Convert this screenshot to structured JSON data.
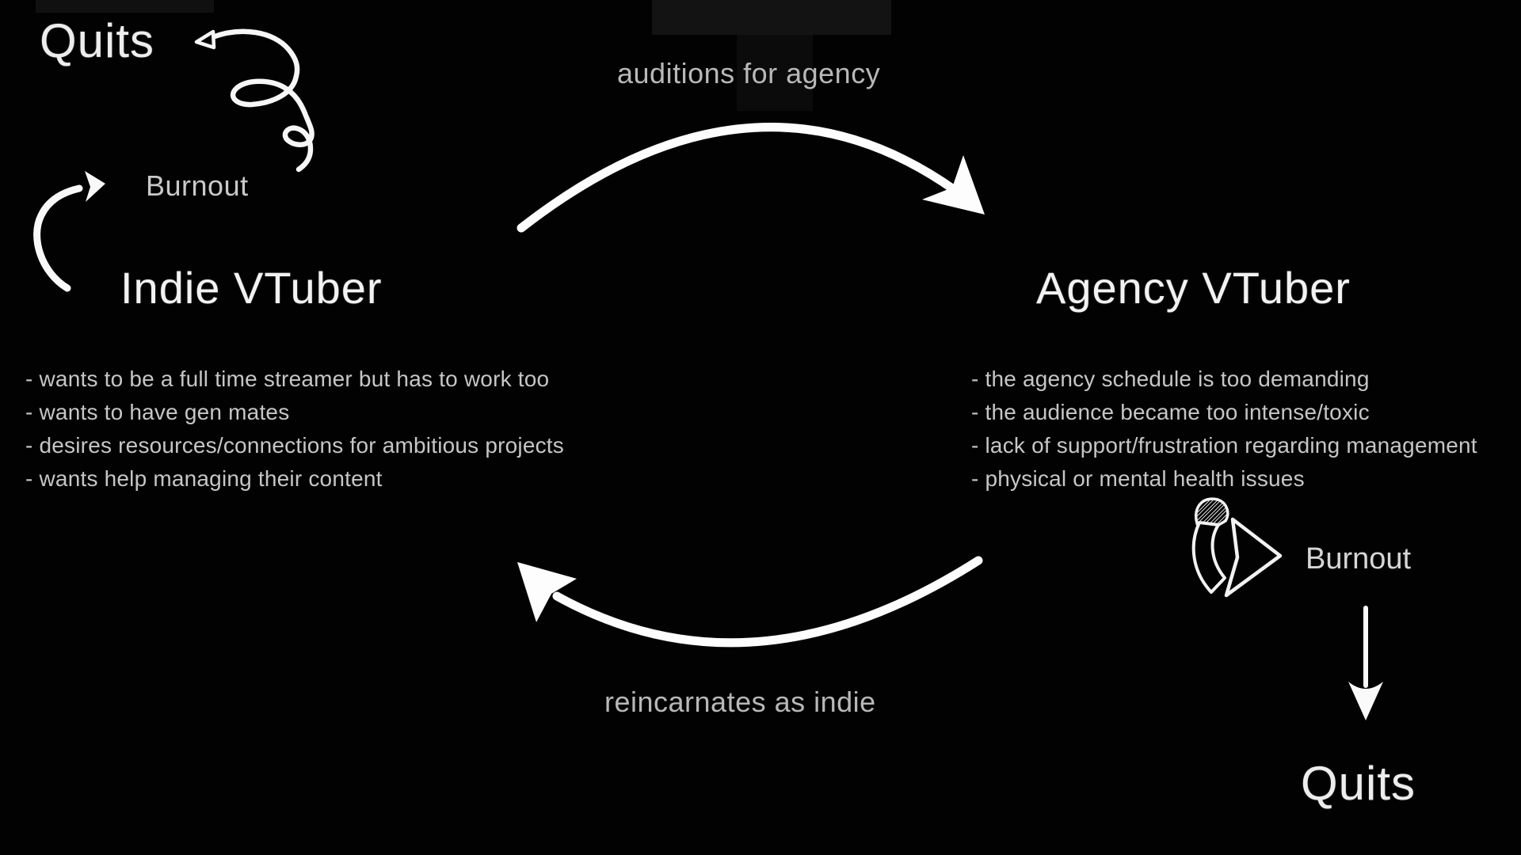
{
  "diagram": {
    "cycle": {
      "top_label": "auditions for agency",
      "bottom_label": "reincarnates as indie"
    },
    "left_node": {
      "title": "Indie VTuber",
      "bullets": [
        "- wants to be a full time streamer but has to work too",
        "- wants to have gen mates",
        "- desires resources/connections for ambitious projects",
        "- wants help managing their content"
      ],
      "exit": {
        "burnout_label": "Burnout",
        "quits_label": "Quits"
      }
    },
    "right_node": {
      "title": "Agency VTuber",
      "bullets": [
        "- the agency schedule is too demanding",
        "- the audience became too intense/toxic",
        "- lack of support/frustration regarding management",
        "- physical or mental health issues"
      ],
      "exit": {
        "burnout_label": "Burnout",
        "quits_label": "Quits"
      }
    },
    "arrows": [
      {
        "name": "cycle-arrow-top",
        "shape": "arc-curving-right"
      },
      {
        "name": "cycle-arrow-bottom",
        "shape": "arc-curving-left"
      },
      {
        "name": "squiggle-arrow",
        "shape": "loopy-scribble-pointing-left"
      },
      {
        "name": "curve-arrow",
        "shape": "c-curve-pointing-up-right"
      },
      {
        "name": "curl-arrow",
        "shape": "3d-curled-ribbon-pointing-right"
      },
      {
        "name": "down-arrow",
        "shape": "straight-pointing-down"
      }
    ],
    "colors": {
      "background": "#020202",
      "stroke": "#fdfdfd",
      "title_text": "#f2f2f2",
      "label_text": "#b8b8b8",
      "bullet_text": "#c6c6c6"
    }
  }
}
